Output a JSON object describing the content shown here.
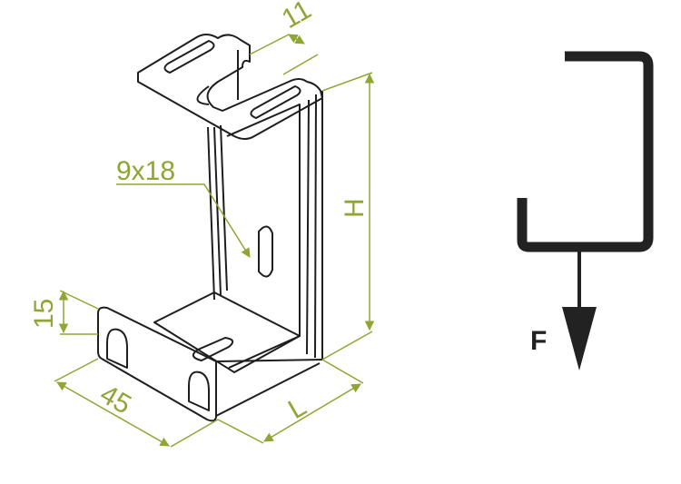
{
  "colors": {
    "dimension": "#8fa534",
    "outline": "#1e1e1e",
    "force_symbol": "#222222"
  },
  "dimensions": {
    "slot_width": "11",
    "slot_size": "9x18",
    "height": "H",
    "flange_height": "15",
    "width": "45",
    "length": "L"
  },
  "force_label": "F"
}
